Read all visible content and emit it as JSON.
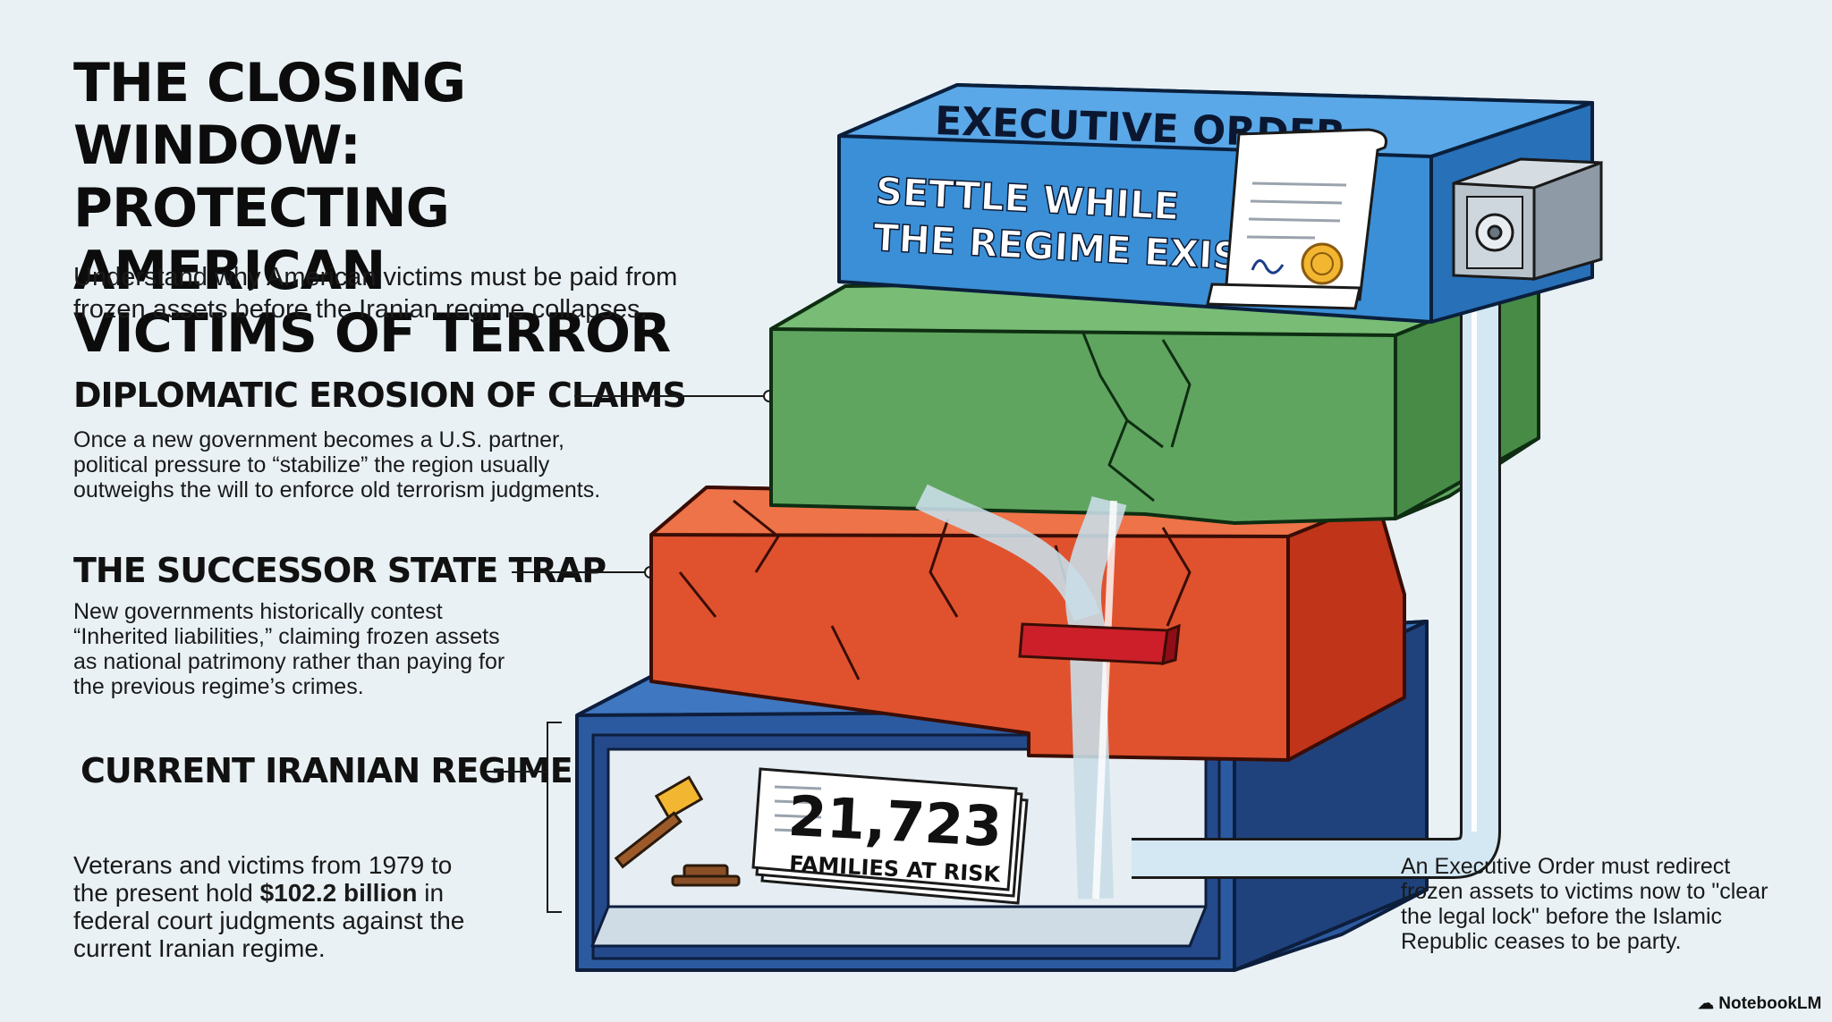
{
  "title": {
    "line1": "THE CLOSING WINDOW:",
    "line2": "PROTECTING AMERICAN",
    "line3": "VICTIMS OF TERROR"
  },
  "subtitle": "Understand why American victims must be paid from frozen assets before the Iranian regime collapses.",
  "sections": {
    "diplomatic": {
      "heading": "DIPLOMATIC EROSION OF CLAIMS",
      "body": "Once a new government becomes a U.S. partner, political pressure to “stabilize” the region usually outweighs the will to enforce old terrorism judgments."
    },
    "successor": {
      "heading": "THE SUCCESSOR STATE TRAP",
      "body": "New governments historically contest “Inherited liabilities,” claiming frozen assets as national patrimony rather than paying for the previous regime’s crimes."
    },
    "current": {
      "heading": "CURRENT IRANIAN REGIME",
      "body_pre": "Veterans and victims from 1979 to the present hold ",
      "body_bold": "$102.2 billion",
      "body_post": " in federal court judgments against the current Iranian regime."
    }
  },
  "diagram": {
    "executive_order": "EXECUTIVE ORDER",
    "settle_line1": "SETTLE WHILE",
    "settle_line2": "THE REGIME EXISTS",
    "families_count": "21,723",
    "families_label": "FAMILIES AT RISK"
  },
  "right_note": "An Executive Order must redirect frozen assets to victims now to \"clear the legal lock\" before the Islamic Republic ceases to be party.",
  "brand": "NotebookLM",
  "colors": {
    "blue_top": "#3b8fd6",
    "green_layer": "#5fa55f",
    "red_layer": "#e0522e",
    "navy_base": "#2c5aa0",
    "background": "#e9f1f5"
  }
}
